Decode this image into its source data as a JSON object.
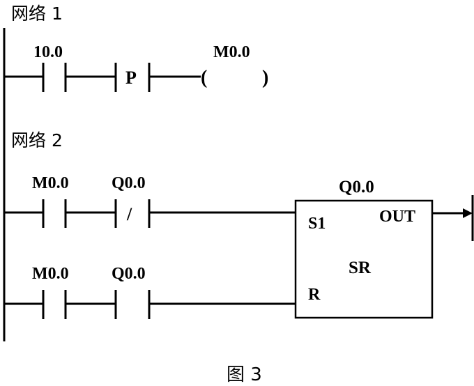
{
  "network1": {
    "title": "网络 1",
    "contact_label": "10.0",
    "edge_label": "P",
    "coil_label": "M0.0",
    "coil_open": "(",
    "coil_close": ")"
  },
  "network2": {
    "title": "网络 2",
    "rung1": {
      "contact1_label": "M0.0",
      "contact2_label": "Q0.0",
      "nc_slash": "/"
    },
    "rung2": {
      "contact1_label": "M0.0",
      "contact2_label": "Q0.0"
    },
    "block": {
      "name_label": "Q0.0",
      "type": "SR",
      "set_pin": "S1",
      "reset_pin": "R",
      "out_pin": "OUT"
    }
  },
  "caption": "图 3"
}
